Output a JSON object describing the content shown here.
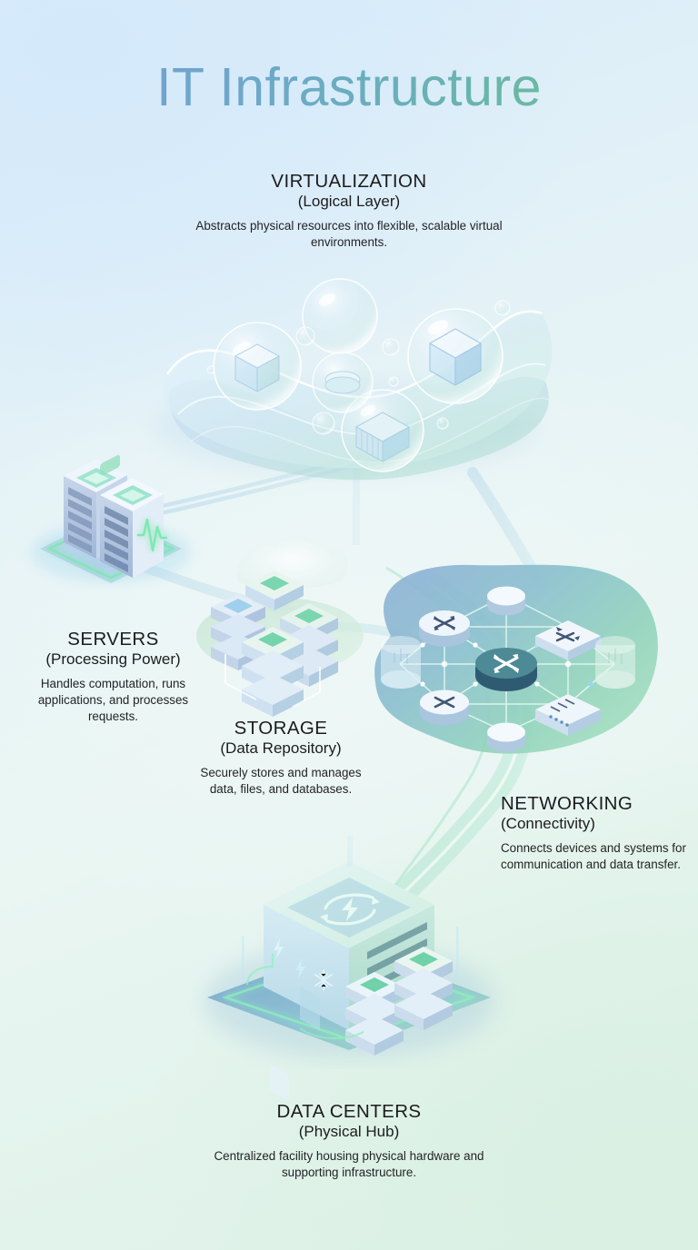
{
  "title": "IT Infrastructure",
  "theme": {
    "bg_top_left": "#d8ebfa",
    "bg_bottom_right": "#ddf1e7",
    "title_gradient_start": "#6f9ed4",
    "title_gradient_end": "#6dbd98",
    "accent_glow": "#7fe8b0",
    "node_blue": "#8fb6dd",
    "node_teal": "#69b9a4"
  },
  "sections": {
    "virtualization": {
      "heading": "VIRTUALIZATION",
      "subtitle": "(Logical Layer)",
      "description": "Abstracts physical resources into flexible, scalable virtual environments."
    },
    "servers": {
      "heading": "SERVERS",
      "subtitle": "(Processing Power)",
      "description": "Handles computation, runs applications, and processes requests."
    },
    "storage": {
      "heading": "STORAGE",
      "subtitle": "(Data Repository)",
      "description": "Securely stores and manages data, files, and databases."
    },
    "networking": {
      "heading": "NETWORKING",
      "subtitle": "(Connectivity)",
      "description": "Connects devices and systems for communication and data transfer."
    },
    "datacenters": {
      "heading": "DATA CENTERS",
      "subtitle": "(Physical Hub)",
      "description": "Centralized facility housing physical hardware and supporting infrastructure."
    }
  },
  "illustrations": {
    "virtualization": "translucent wavy isometric plane with floating bubbles containing wireframe cubes and a container box",
    "servers": "two isometric server rack towers on a blue pad with green glow outline and a pulse waveform",
    "storage": "stacked isometric disk array modules in front of a soft cloud shape on a green pad",
    "networking": "blue-to-green blob platform with six router/switch nodes linked by glowing mesh lines",
    "datacenters": "isometric cube facility with power, bolt and snowflake icons, recycle-power badge on roof, server racks beside it on a blue platform"
  }
}
